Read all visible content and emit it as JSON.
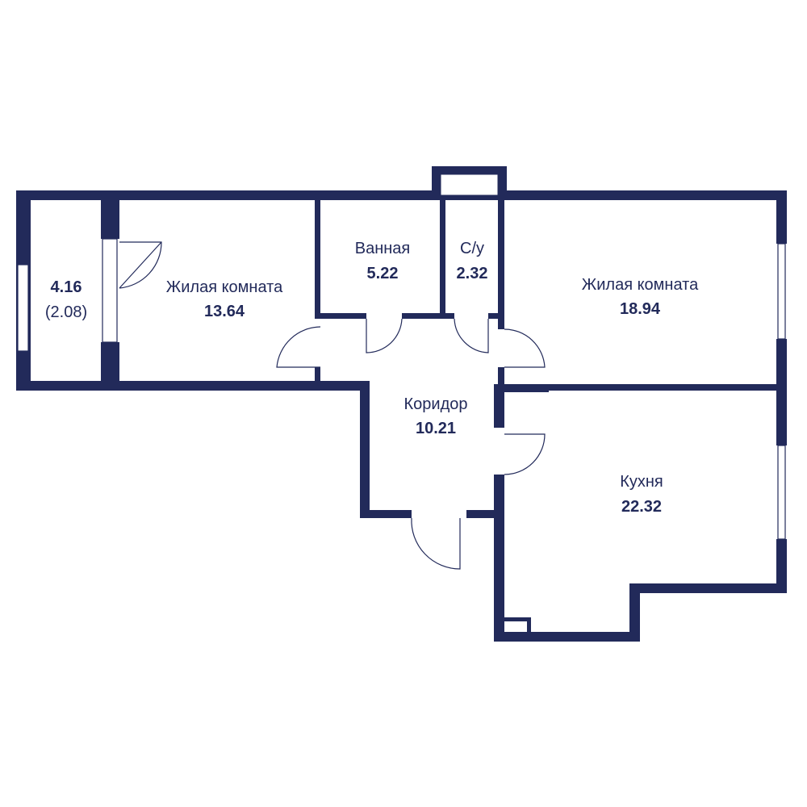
{
  "plan": {
    "wall_color": "#222a5a",
    "rooms": [
      {
        "id": "balcony",
        "area": "4.16",
        "area_reduced": "(2.08)"
      },
      {
        "id": "living-room-1",
        "name": "Жилая комната",
        "area": "13.64"
      },
      {
        "id": "bathroom",
        "name": "Ванная",
        "area": "5.22"
      },
      {
        "id": "wc",
        "name": "С/у",
        "area": "2.32"
      },
      {
        "id": "living-room-2",
        "name": "Жилая комната",
        "area": "18.94"
      },
      {
        "id": "corridor",
        "name": "Коридор",
        "area": "10.21"
      },
      {
        "id": "kitchen",
        "name": "Кухня",
        "area": "22.32"
      }
    ]
  }
}
